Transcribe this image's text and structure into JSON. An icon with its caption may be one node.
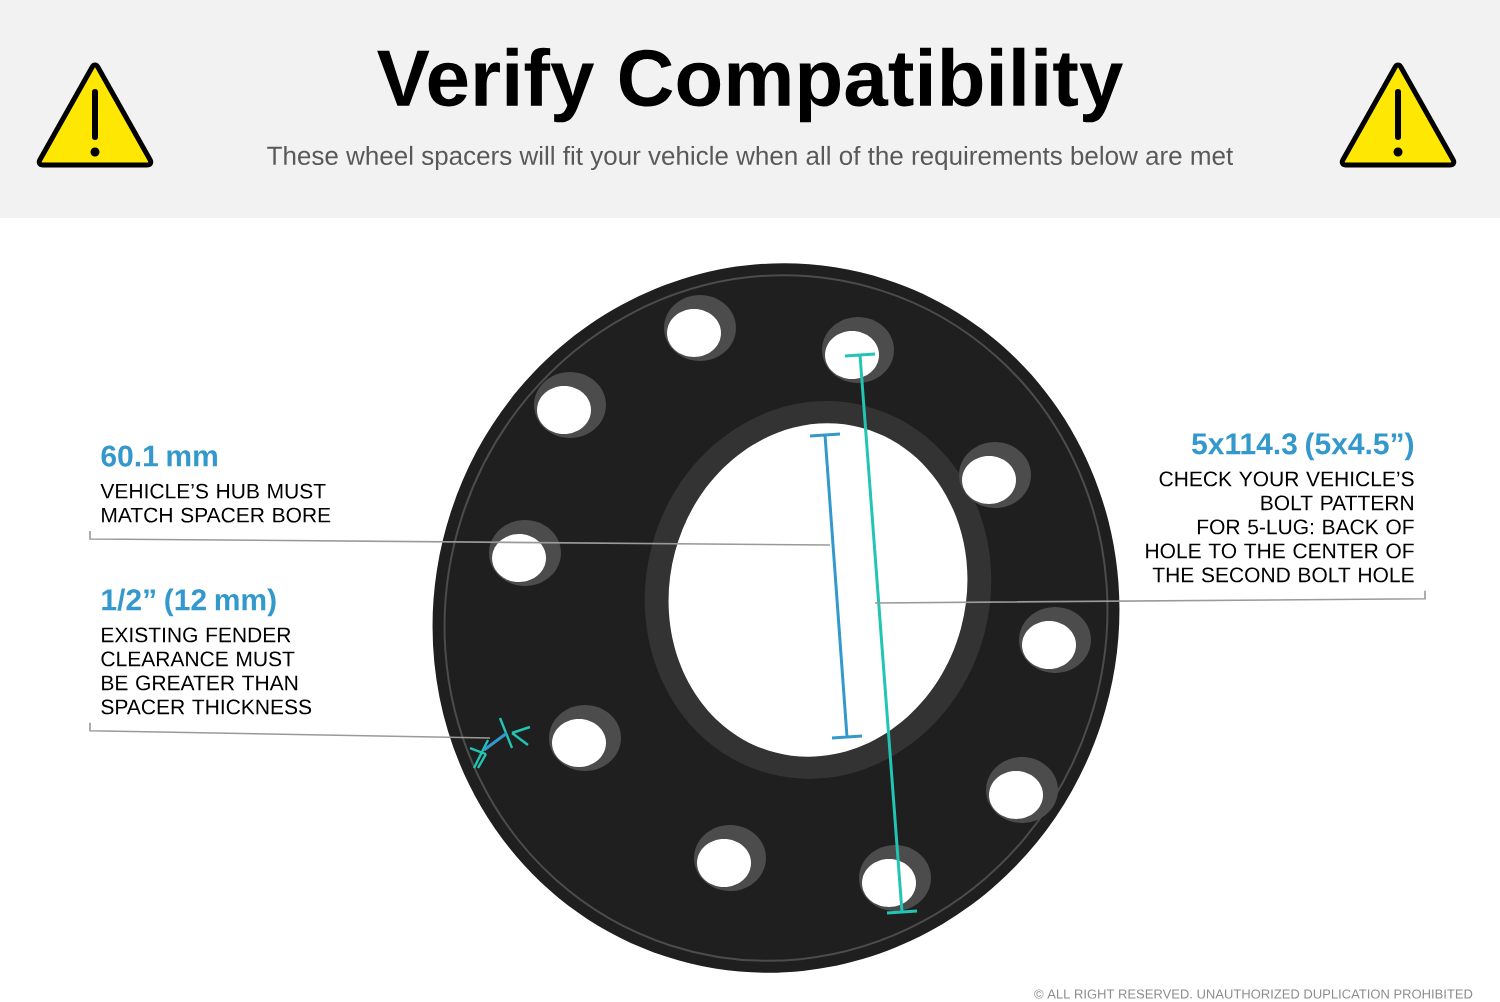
{
  "diagram": {
    "title": "Verify Compatibility",
    "nodes": [
      {
        "text": [
          "60.1 mm",
          "VEHICLE’S HUB MUST MATCH SPACER BORE"
        ]
      },
      {
        "text": [
          "1/2” (12 mm)",
          "EXISTING FENDER CLEARANCE MUST BE GREATER THAN SPACER THICKNESS"
        ]
      },
      {
        "text": [
          "5x114.3 (5x4.5”)",
          "CHECK YOUR VEHICLE’S BOLT PATTERN",
          "FOR 5-LUG: BACK OF HOLE TO THE CENTER OF THE SECOND BOLT HOLE"
        ]
      }
    ],
    "edges": [
      {
        "from": 0,
        "to": null,
        "arrow": "none"
      },
      {
        "from": 1,
        "to": null,
        "arrow": "none"
      },
      {
        "from": 2,
        "to": null,
        "arrow": "none"
      }
    ],
    "labels": [
      "These wheel spacers will fit your vehicle when all of the requirements below are met",
      "© ALL RIGHT RESERVED. UNAUTHORIZED DUPLICATION PROHIBITED"
    ]
  }
}
